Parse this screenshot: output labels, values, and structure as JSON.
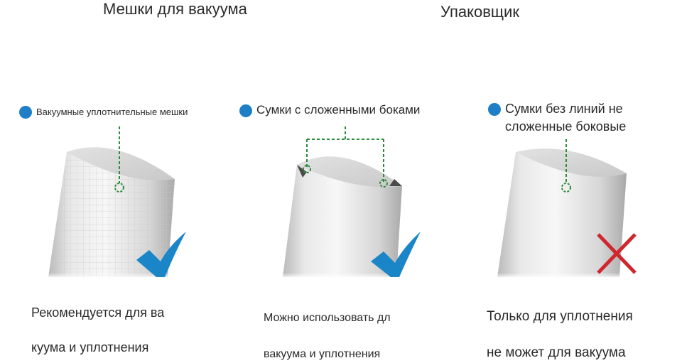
{
  "header": {
    "left_title": "Мешки для вакуума",
    "right_title": "Упаковщик"
  },
  "panels": [
    {
      "label": "Вакуумные уплотнительные мешки",
      "caption_line1": "Рекомендуется для ва",
      "caption_line2": "куума и уплотнения",
      "verdict": "check-icon"
    },
    {
      "label": "Сумки с сложенными боками",
      "caption_line1": "Можно использовать дл",
      "caption_line2": "вакуума и уплотнения",
      "verdict": "check-icon"
    },
    {
      "label_line1": "Сумки без линий не",
      "label_line2": "сложенные боковые",
      "caption_line1": "Только для уплотнения",
      "caption_line2": "не может для вакуума",
      "verdict": "cross-icon"
    }
  ],
  "colors": {
    "accent_blue": "#1e7fc6",
    "check_blue": "#1a86c8",
    "cross_red": "#d0262d",
    "marker_green": "#2e8b3a"
  }
}
